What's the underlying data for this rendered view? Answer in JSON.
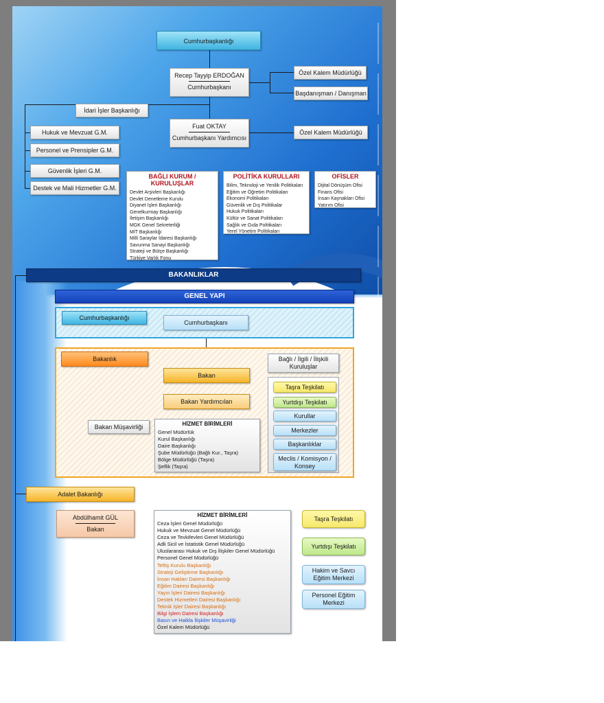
{
  "top": {
    "cumhurbaskanligi": "Cumhurbaşkanlığı",
    "president_name": "Recep Tayyip ERDOĞAN",
    "president_title": "Cumhurbaşkanı",
    "ozel_kalem_1": "Özel Kalem Müdürlüğü",
    "basdanisman": "Başdanışman / Danışman",
    "idari_isler": "İdari İşler Başkanlığı",
    "vp_name": "Fuat OKTAY",
    "vp_title": "Cumhurbaşkanı Yardımcısı",
    "ozel_kalem_2": "Özel Kalem Müdürlüğü",
    "left_units": [
      "Hukuk ve Mevzuat G.M.",
      "Personel ve Prensipler G.M.",
      "Güvenlik İşleri G.M.",
      "Destek ve Mali Hizmetler G.M."
    ]
  },
  "bagli_kurum": {
    "title": "BAĞLI KURUM / KURULUŞLAR",
    "items": [
      "Devlet Arşivleri Başkanlığı",
      "Devlet Denetleme Kurulu",
      "Diyanet İşleri Başkanlığı",
      "Genelkurmay Başkanlığı",
      "İletişim Başkanlığı",
      "MGK Genel Sekreterliği",
      "MİT Başkanlığı",
      "Milli Saraylar İdaresi Başkanlığı",
      "Savunma Sanayi Başkanlığı",
      "Strateji ve Bütçe Başkanlığı",
      "Türkiye Varlık Fonu"
    ]
  },
  "politika": {
    "title": "POLİTİKA KURULLARI",
    "items": [
      "Bilim, Teknoloji ve Yenilik Politikaları",
      "Eğitim ve Öğretim Politikaları",
      "Ekonomi Politikaları",
      "Güvenlik ve Dış Politikalar",
      "Hukuk Politikaları",
      "Kültür ve Sanat Politikaları",
      "Sağlık ve Gıda Politikaları",
      "Yerel Yönetim Politikaları"
    ]
  },
  "ofisler": {
    "title": "OFİSLER",
    "items": [
      "Dijital Dönüşüm Ofisi",
      "Finans Ofisi",
      "İnsan Kaynakları Ofisi",
      "Yatırım Ofisi"
    ]
  },
  "bakanliklar": "BAKANLIKLAR",
  "genel_yapi": {
    "title": "GENEL YAPI",
    "cumhurbaskanligi": "Cumhurbaşkanlığı",
    "cumhurbaskani": "Cumhurbaşkanı",
    "bakanlik": "Bakanlık",
    "bagli_ilgili": "Bağlı / İlgili / İlişkili Kuruluşlar",
    "bakan": "Bakan",
    "bakan_yardimcilari": "Bakan Yardımcıları",
    "bakan_musavirligi": "Bakan Müşavirliği",
    "hizmet_title": "HİZMET BİRİMLERİ",
    "hizmet_items": [
      "Genel Müdürlük",
      "Kurul Başkanlığı",
      "Daire Başkanlığı",
      "Şube Müdürlüğü (Bağlı Kur., Taşra)",
      "Bölge Müdürlüğü (Taşra)",
      "Şeflik (Taşra)"
    ],
    "right_items": [
      "Taşra Teşkilatı",
      "Yurtdışı Teşkilatı",
      "Kurullar",
      "Merkezler",
      "Başkanlıklar",
      "Meclis / Komisyon / Konsey"
    ]
  },
  "adalet": {
    "title": "Adalet Bakanlığı",
    "minister_name": "Abdülhamit GÜL",
    "minister_title": "Bakan",
    "hizmet_title": "HİZMET BİRİMLERİ",
    "hizmet_items": [
      {
        "text": "Ceza İşleri Genel Müdürlüğü",
        "color": "#1a1a1a"
      },
      {
        "text": "Hukuk ve Mevzuat Genel Müdürlüğü",
        "color": "#1a1a1a"
      },
      {
        "text": "Ceza ve Tevkifevleri Genel Müdürlüğü",
        "color": "#1a1a1a"
      },
      {
        "text": "Adli Sicil ve İstatistik Genel Müdürlüğü",
        "color": "#1a1a1a"
      },
      {
        "text": "Uluslararası Hukuk ve Dış İlişkiler Genel Müdürlüğü",
        "color": "#1a1a1a"
      },
      {
        "text": "Personel Genel Müdürlüğü",
        "color": "#1a1a1a"
      },
      {
        "text": "Teftiş Kurulu Başkanlığı",
        "color": "#d86b0b"
      },
      {
        "text": "Strateji Geliştirme Başkanlığı",
        "color": "#d86b0b"
      },
      {
        "text": "İnsan Hakları Dairesi Başkanlığı",
        "color": "#d86b0b"
      },
      {
        "text": "Eğitim Dairesi Başkanlığı",
        "color": "#d86b0b"
      },
      {
        "text": "Yayın İşleri Dairesi Başkanlığı",
        "color": "#d86b0b"
      },
      {
        "text": "Destek Hizmetleri Dairesi Başkanlığı",
        "color": "#d86b0b"
      },
      {
        "text": "Teknik İşler Dairesi Başkanlığı",
        "color": "#d86b0b"
      },
      {
        "text": "Bilgi İşlem Dairesi Başkanlığı",
        "color": "#d21b1b"
      },
      {
        "text": "Basın ve Halkla İlişkiler Müşavirliği",
        "color": "#1b4fd8"
      },
      {
        "text": "Özel Kalem Müdürlüğü",
        "color": "#1a1a1a"
      }
    ],
    "right_items": [
      "Taşra Teşkilatı",
      "Yurtdışı Teşkilatı",
      "Hakim ve Savcı Eğitim Merkezi",
      "Personel Eğitim Merkezi"
    ]
  }
}
